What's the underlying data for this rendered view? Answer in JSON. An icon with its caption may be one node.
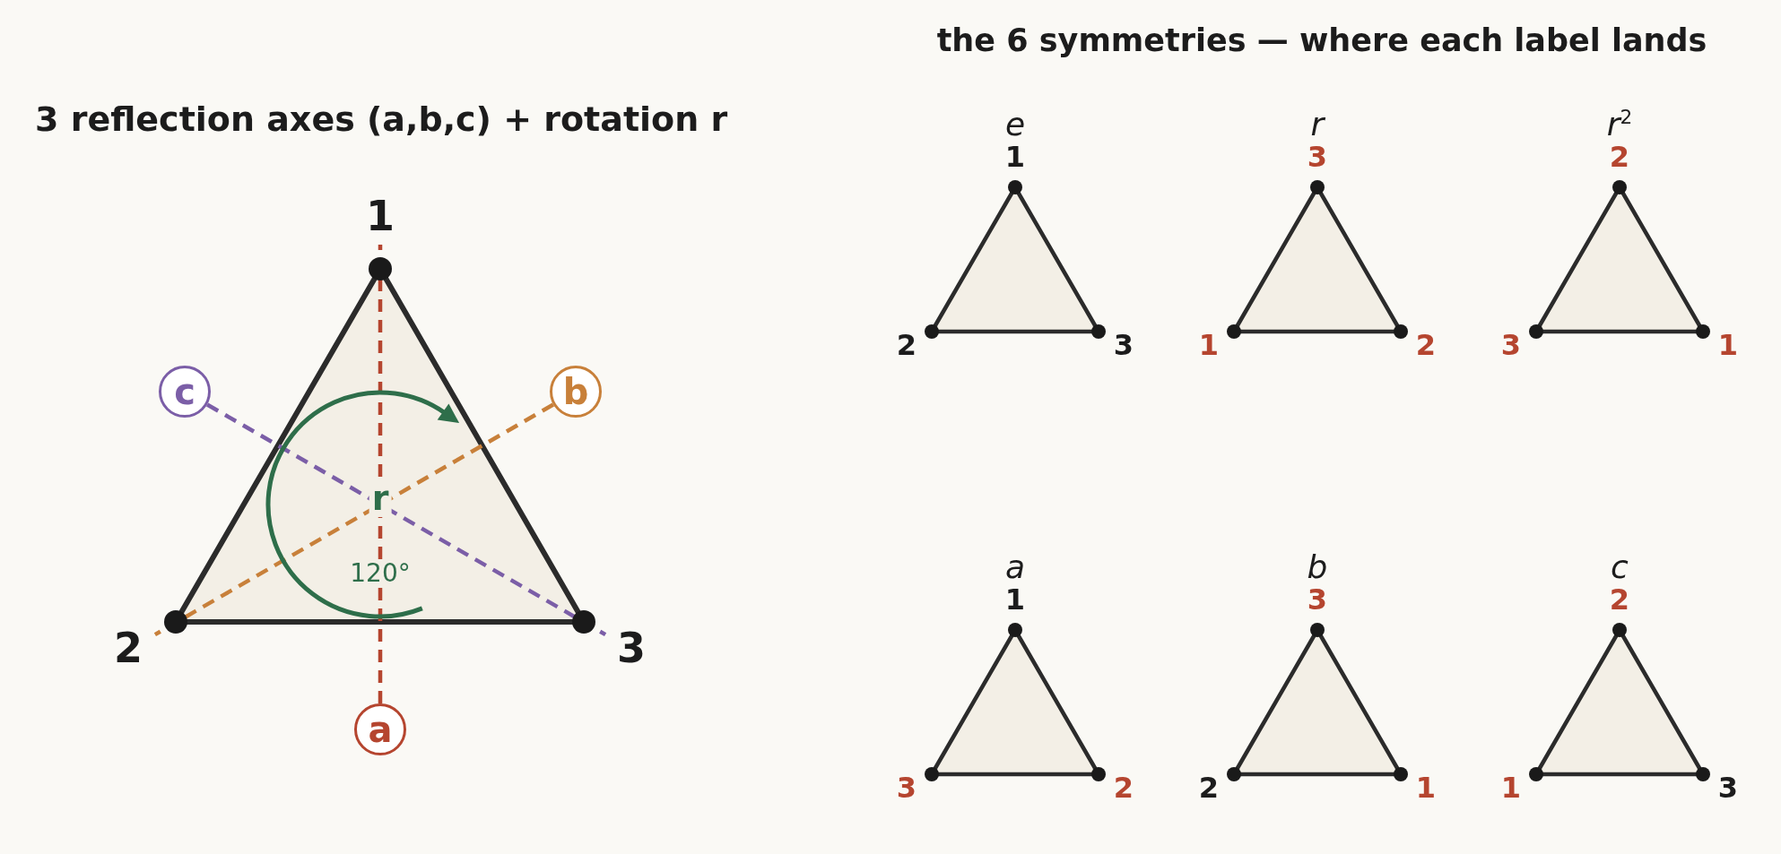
{
  "diagram": {
    "nodes": [
      {
        "text": [
          "r",
          "120°"
        ],
        "beside": [
          "1",
          "2",
          "3"
        ]
      },
      {
        "text": [
          "c"
        ]
      },
      {
        "text": [
          "b"
        ]
      },
      {
        "text": [
          "a"
        ]
      },
      {
        "text": [
          "e",
          "1",
          "2",
          "3"
        ]
      },
      {
        "text": [
          "r",
          "3",
          "1",
          "2"
        ]
      },
      {
        "text": [
          "r$^{2}$",
          "2",
          "3",
          "1"
        ]
      },
      {
        "text": [
          "a",
          "1",
          "3",
          "2"
        ]
      },
      {
        "text": [
          "b",
          "3",
          "2",
          "1"
        ]
      },
      {
        "text": [
          "c",
          "2",
          "1",
          "3"
        ]
      }
    ],
    "edges": [
      {
        "from": 3,
        "to": 0,
        "arrow": "none",
        "style": "dashed",
        "color": "#b5452f"
      },
      {
        "from": 2,
        "to": 0,
        "arrow": "none",
        "style": "dashed",
        "color": "#c8803a"
      },
      {
        "from": 1,
        "to": 0,
        "arrow": "none",
        "style": "dashed",
        "color": "#7b5ea7"
      }
    ],
    "labels": [
      "3 reflection axes (a,b,c) + rotation r",
      "the 6 symmetries — where each label lands"
    ]
  }
}
